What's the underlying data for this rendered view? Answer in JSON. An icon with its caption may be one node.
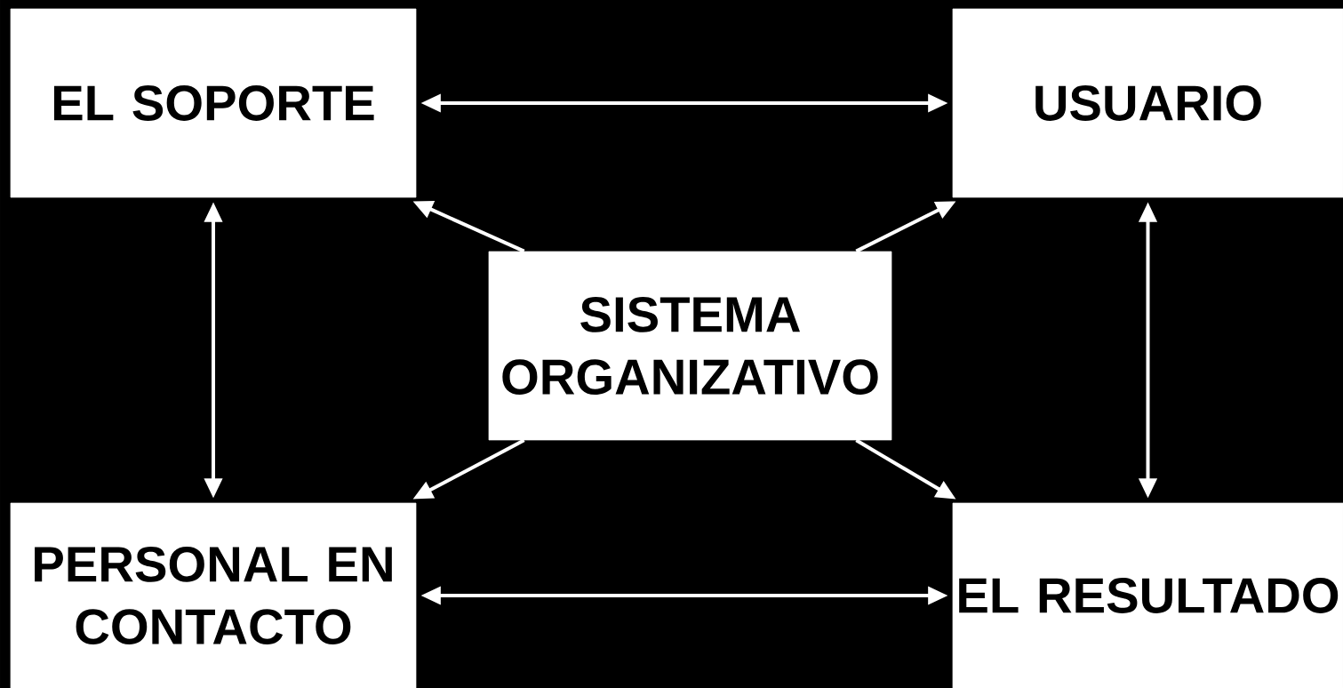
{
  "diagram": {
    "nodes": [
      {
        "text": [
          "EL SOPORTE"
        ]
      },
      {
        "text": [
          "USUARIO"
        ]
      },
      {
        "text": [
          "SISTEMA ORGANIZATIVO"
        ]
      },
      {
        "text": [
          "PERSONAL EN CONTACTO"
        ]
      },
      {
        "text": [
          "EL RESULTADO"
        ]
      }
    ],
    "edges": [
      {
        "from": 0,
        "to": 1,
        "arrow": "both"
      },
      {
        "from": 0,
        "to": 3,
        "arrow": "both"
      },
      {
        "from": 1,
        "to": 4,
        "arrow": "both"
      },
      {
        "from": 3,
        "to": 4,
        "arrow": "both"
      },
      {
        "from": 2,
        "to": 0,
        "arrow": "to"
      },
      {
        "from": 2,
        "to": 1,
        "arrow": "to"
      },
      {
        "from": 2,
        "to": 3,
        "arrow": "to"
      },
      {
        "from": 2,
        "to": 4,
        "arrow": "to"
      }
    ]
  }
}
